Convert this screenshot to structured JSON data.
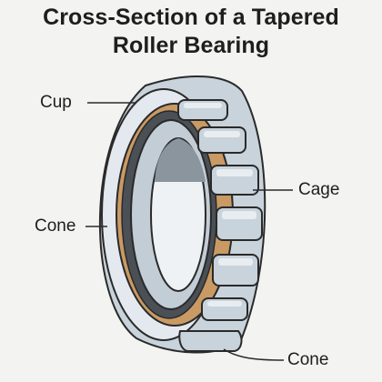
{
  "title": {
    "line1": "Cross-Section of a Tapered",
    "line2": "Roller Bearing"
  },
  "labels": {
    "cup": "Cup",
    "cone_left": "Cone",
    "cage": "Cage",
    "cone_bottom": "Cone"
  },
  "colors": {
    "background": "#f3f3f1",
    "outline": "#2a2a2a",
    "steel": "#c9d3db",
    "steel_dark": "#9aa8b4",
    "steel_light": "#e8edf1",
    "cage": "#c99a64",
    "bore_shadow": "#8a959e"
  },
  "icons": {
    "bearing": "tapered-roller-bearing-icon"
  }
}
